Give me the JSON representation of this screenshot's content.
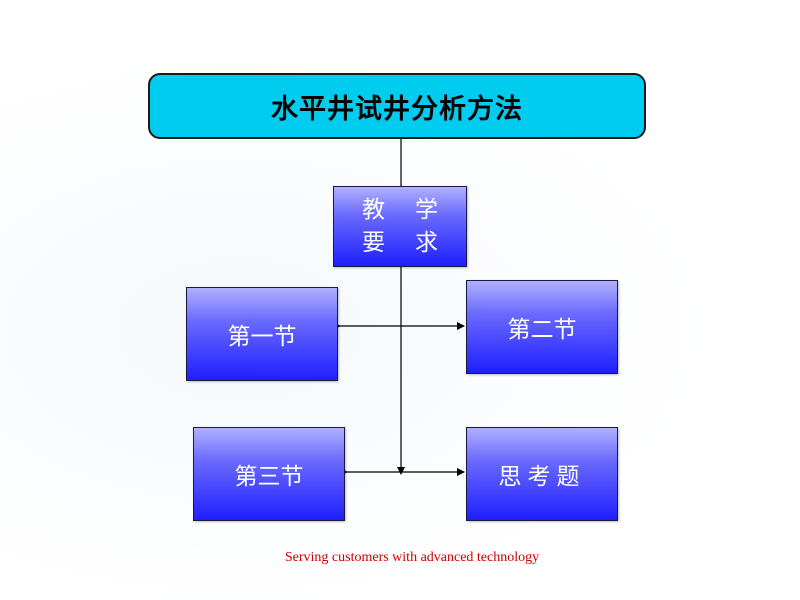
{
  "diagram": {
    "title": "水平井试井分析方法",
    "requirements": {
      "line1": "教学",
      "line2": "要求"
    },
    "section1": "第一节",
    "section2": "第二节",
    "section3": "第三节",
    "questions": "思考题"
  },
  "footer": {
    "slogan": "Serving customers with advanced technology"
  },
  "colors": {
    "title_fill": "#00ccf0",
    "node_fill_top": "#b0b0ff",
    "node_fill_bottom": "#1f1fff",
    "footer_text": "#cc0000"
  }
}
